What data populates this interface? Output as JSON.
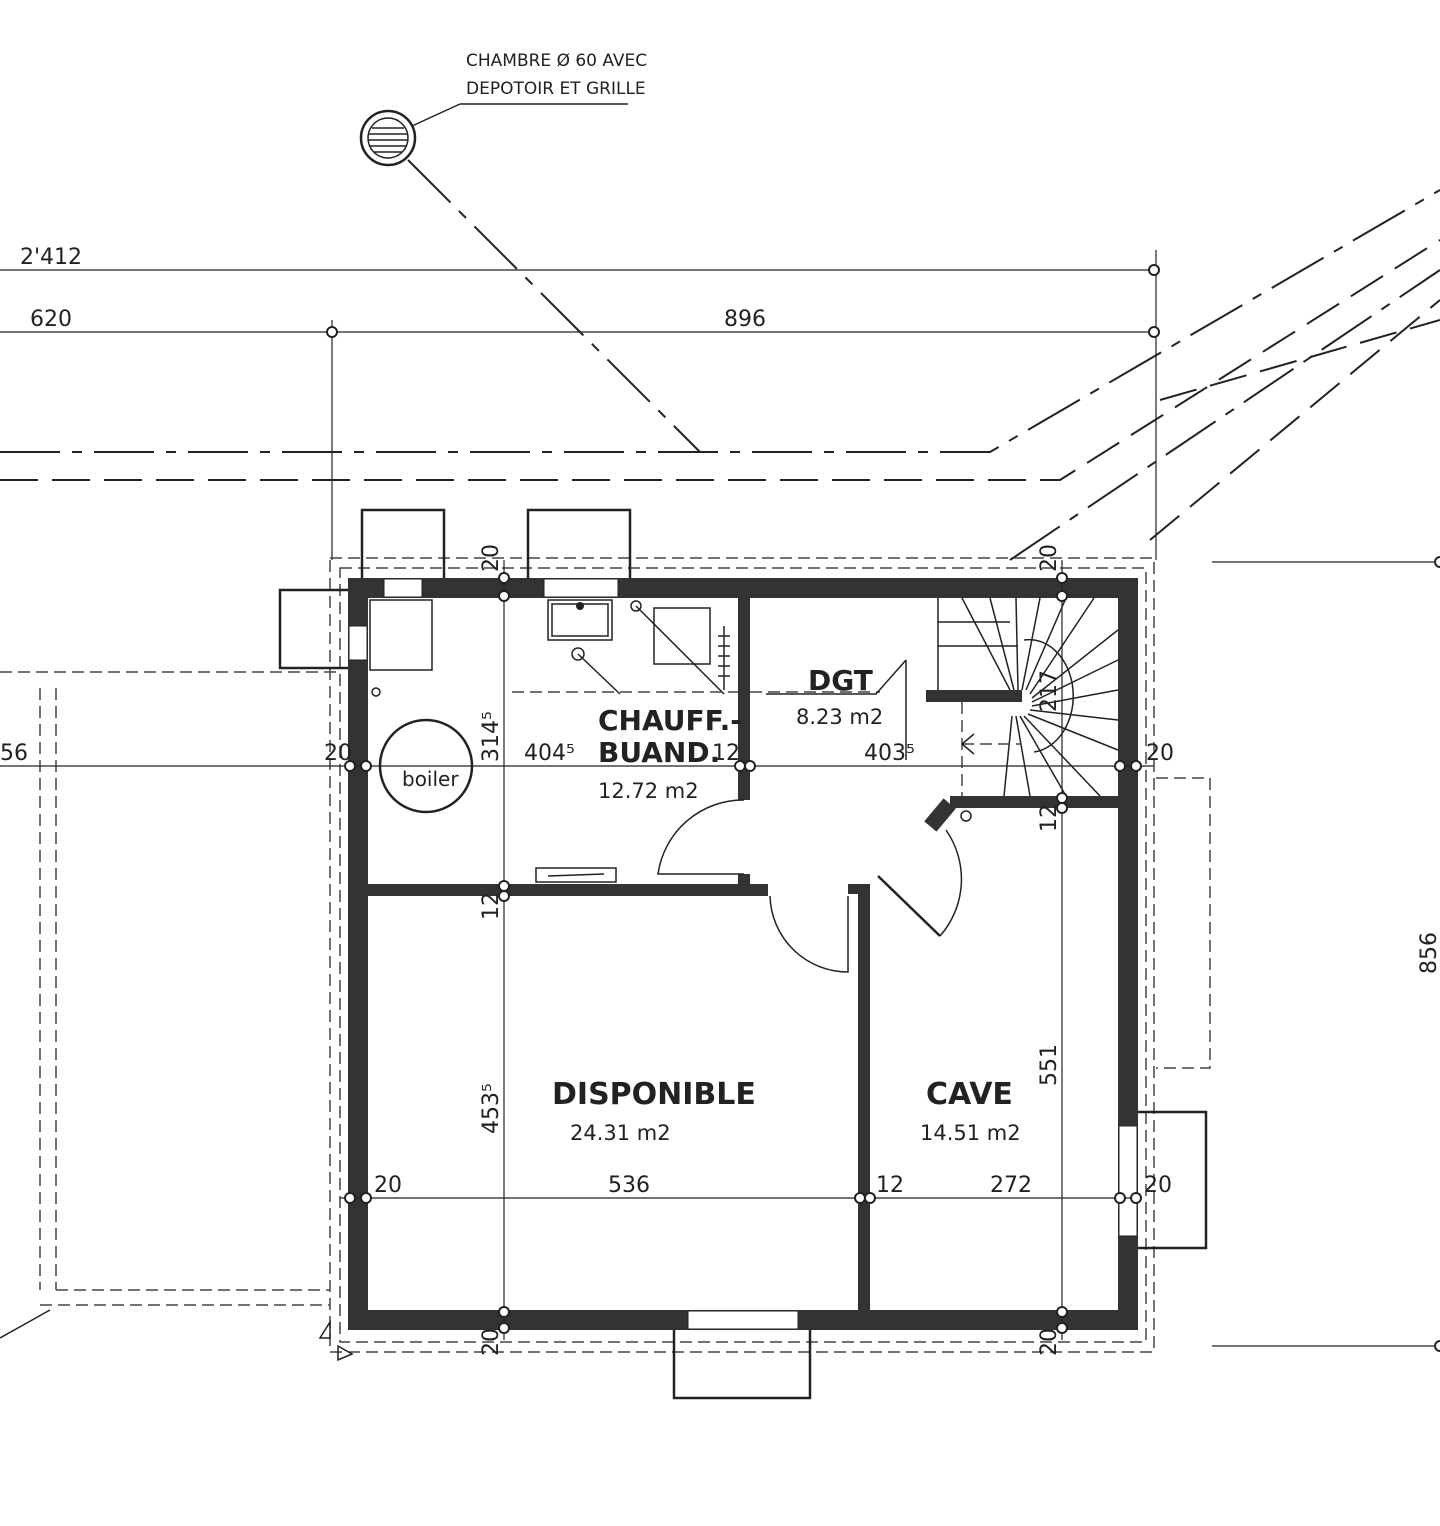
{
  "annotation": {
    "line1": "CHAMBRE Ø 60 AVEC",
    "line2": "DEPOTOIR ET GRILLE"
  },
  "dimensions": {
    "total_width": "2'412",
    "left_segment": "620",
    "right_segment": "896",
    "left_edge_partial": "56",
    "right_height": "856",
    "wall_top_left": "20",
    "wall_top_right": "20",
    "wall_left_mid": "20",
    "wall_right_mid": "20",
    "wall_bottom_left": "20",
    "wall_bottom_right": "20",
    "wall_left_low": "20",
    "wall_right_low": "20",
    "partition_mid": "12",
    "partition_h1": "12",
    "partition_h2": "12",
    "partition_v_low": "12",
    "chauff_width": "404⁵",
    "dgt_width": "403⁵",
    "chauff_height": "314⁵",
    "dispo_height": "453⁵",
    "dispo_width": "536",
    "cave_width": "272",
    "cave_height": "551",
    "stair": "217"
  },
  "rooms": [
    {
      "name": "CHAUFF.-",
      "name2": "BUAND.",
      "area": "12.72 m2"
    },
    {
      "name": "DGT",
      "area": "8.23 m2"
    },
    {
      "name": "DISPONIBLE",
      "area": "24.31 m2"
    },
    {
      "name": "CAVE",
      "area": "14.51 m2"
    }
  ],
  "fixtures": {
    "boiler": "boiler"
  }
}
